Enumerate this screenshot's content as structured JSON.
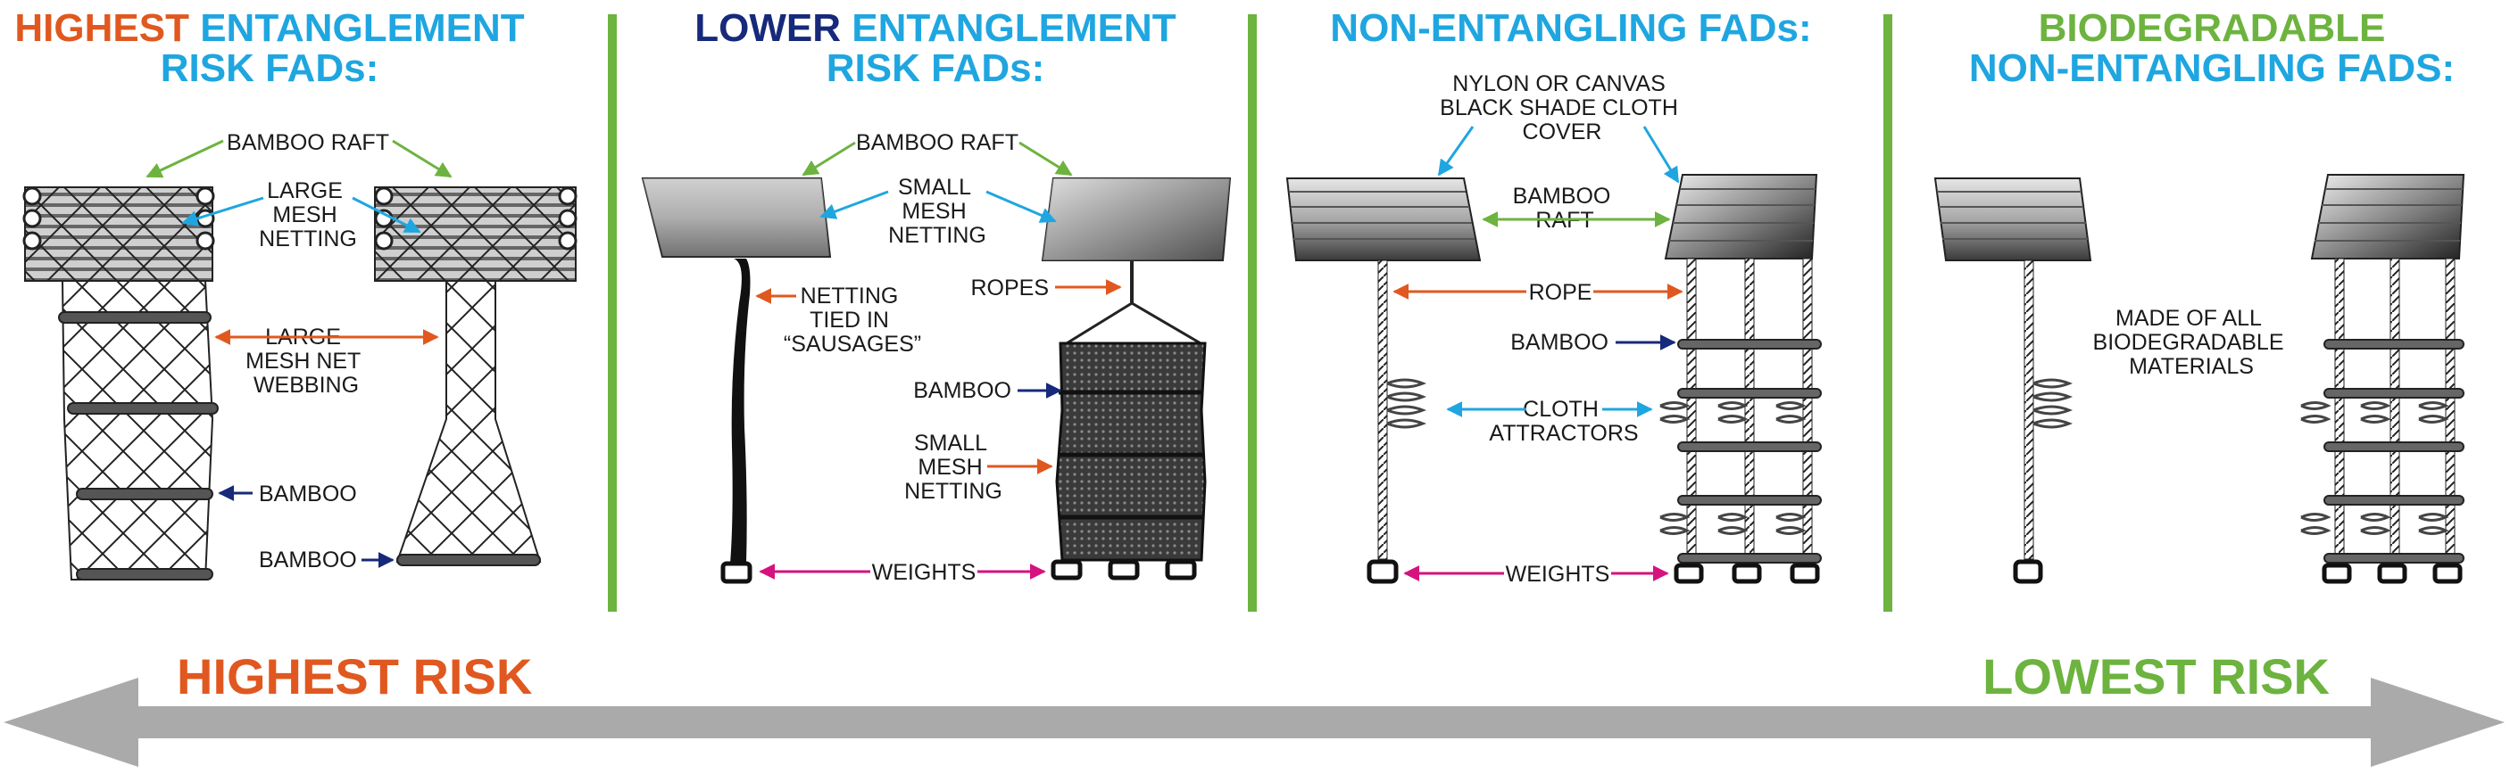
{
  "colors": {
    "orange": "#e0581f",
    "cyan": "#1fa6e0",
    "navy": "#16297a",
    "green": "#6db33f",
    "magenta": "#d6127e",
    "divider": "#6db33f",
    "arrow_gray": "#aaaaaa",
    "ink": "#1a1a1a"
  },
  "panels": {
    "highest": {
      "heading_word1": "HIGHEST",
      "heading_word2": "ENTANGLEMENT",
      "heading_line2": "RISK FADs:",
      "bamboo_raft": "BAMBOO RAFT",
      "large_mesh_netting": [
        "LARGE",
        "MESH",
        "NETTING"
      ],
      "large_mesh_net_webbing": [
        "LARGE",
        "MESH NET",
        "WEBBING"
      ],
      "bamboo_1": "BAMBOO",
      "bamboo_2": "BAMBOO"
    },
    "lower": {
      "heading_word1": "LOWER",
      "heading_word2": "ENTANGLEMENT",
      "heading_line2": "RISK FADs:",
      "bamboo_raft": "BAMBOO RAFT",
      "small_mesh_netting_top": [
        "SMALL",
        "MESH",
        "NETTING"
      ],
      "netting_sausages": [
        "NETTING",
        "TIED IN",
        "“SAUSAGES”"
      ],
      "ropes": "ROPES",
      "bamboo": "BAMBOO",
      "small_mesh_netting": [
        "SMALL",
        "MESH",
        "NETTING"
      ],
      "weights": "WEIGHTS"
    },
    "nonentangling": {
      "heading": "NON-ENTANGLING FADs:",
      "cover": [
        "NYLON OR CANVAS",
        "BLACK SHADE CLOTH",
        "COVER"
      ],
      "bamboo_raft": [
        "BAMBOO",
        "RAFT"
      ],
      "rope": "ROPE",
      "bamboo": "BAMBOO",
      "cloth_attractors": [
        "CLOTH",
        "ATTRACTORS"
      ],
      "weights": "WEIGHTS"
    },
    "biodegradable": {
      "heading_line1": "BIODEGRADABLE",
      "heading_line2": "NON-ENTANGLING FADS:",
      "materials": [
        "MADE OF ALL",
        "BIODEGRADABLE",
        "MATERIALS"
      ]
    }
  },
  "risk_scale": {
    "highest": "HIGHEST RISK",
    "lowest": "LOWEST RISK"
  }
}
